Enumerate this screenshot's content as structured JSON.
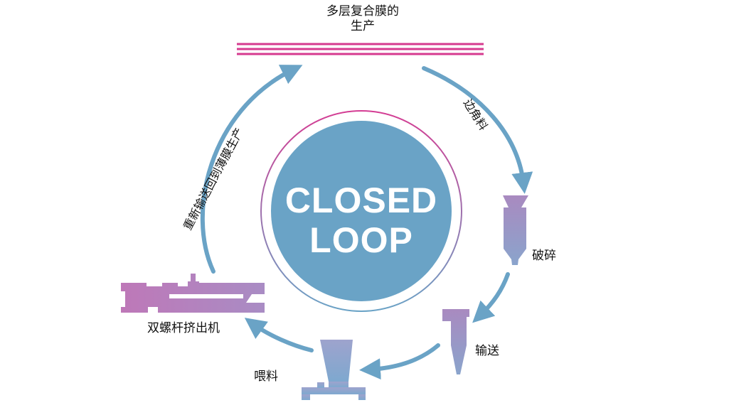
{
  "center": {
    "line1": "CLOSED",
    "line2": "LOOP",
    "fill": "#6aa3c6",
    "ring_color_top": "#d43c93",
    "ring_color_bottom": "#6aa3c6"
  },
  "steps": {
    "film": "多层复合膜的生产",
    "edge_trim": "边角料",
    "crushing": "破碎",
    "conveying": "输送",
    "feeding": "喂料",
    "extruder": "双螺杆挤出机",
    "return": "重新输送回到薄膜生产"
  },
  "colors": {
    "arrow": "#6aa3c6",
    "film_lines": "#d63a8f",
    "equipment_gradient_start": "#b776b6",
    "equipment_gradient_end": "#7fa6cb"
  },
  "icons": [
    "film-layers-icon",
    "crusher-icon",
    "cyclone-conveyor-icon",
    "feeder-hopper-icon",
    "twin-screw-extruder-icon"
  ]
}
